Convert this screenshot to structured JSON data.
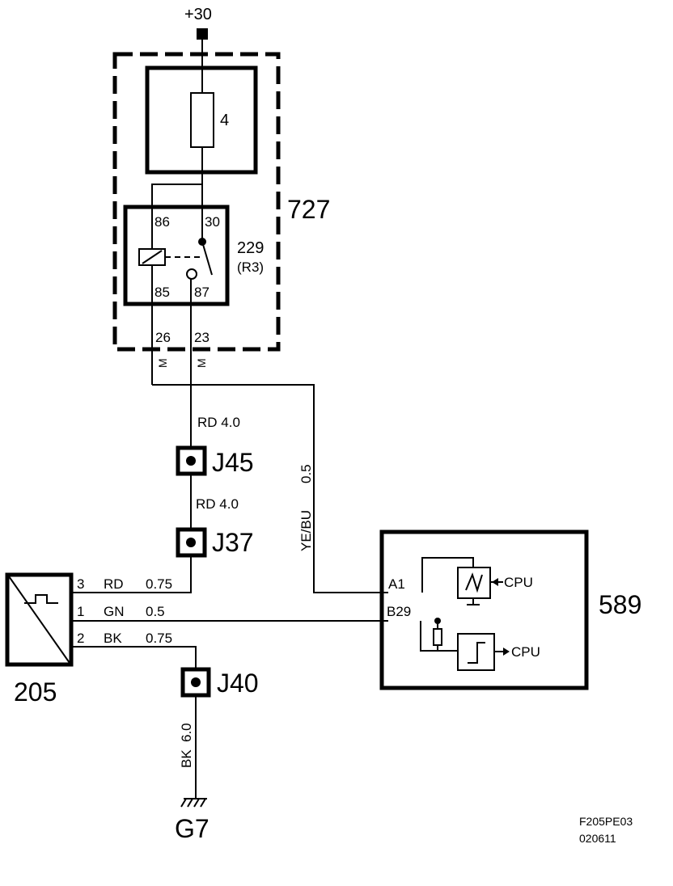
{
  "power": {
    "label": "+30"
  },
  "fuse": {
    "number": "4"
  },
  "relay_box": {
    "id": "727"
  },
  "relay": {
    "id": "229",
    "code": "(R3)",
    "pins": {
      "p86": "86",
      "p30": "30",
      "p85": "85",
      "p87": "87"
    }
  },
  "box_pins": {
    "p26": "26",
    "p23": "23",
    "m1": "M",
    "m2": "M"
  },
  "wires": {
    "rd_top": "RD  4.0",
    "rd_mid": "RD  4.0",
    "yebu_color": "YE/BU",
    "yebu_size": "0.5",
    "bk_color": "BK",
    "bk_size": "6.0"
  },
  "junctions": {
    "j45": "J45",
    "j37": "J37",
    "j40": "J40"
  },
  "sensor": {
    "id": "205",
    "pins": [
      {
        "num": "3",
        "color": "RD",
        "size": "0.75"
      },
      {
        "num": "1",
        "color": "GN",
        "size": "0.5"
      },
      {
        "num": "2",
        "color": "BK",
        "size": "0.75"
      }
    ]
  },
  "ecu": {
    "id": "589",
    "pin_a1": "A1",
    "pin_b29": "B29",
    "cpu1": "CPU",
    "cpu2": "CPU"
  },
  "ground": {
    "id": "G7"
  },
  "footer": {
    "code": "F205PE03",
    "date": "020611"
  }
}
